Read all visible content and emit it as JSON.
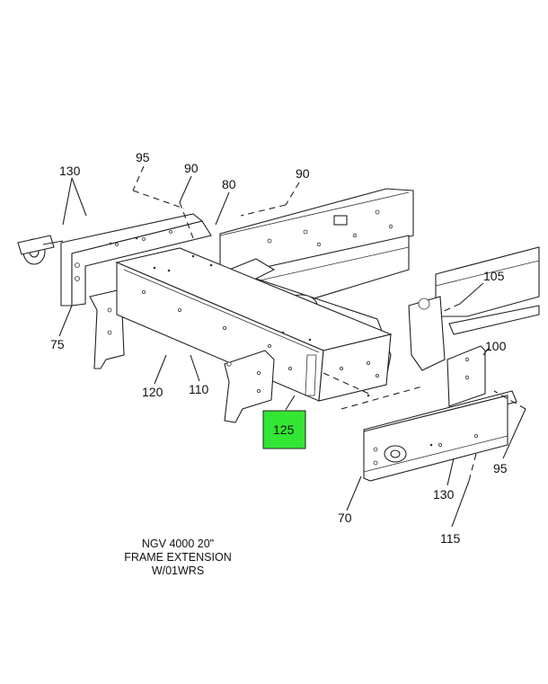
{
  "callouts": {
    "c95_top": "95",
    "c90_left": "90",
    "c80": "80",
    "c90_right": "90",
    "c130_left": "130",
    "c105": "105",
    "c75": "75",
    "c100": "100",
    "c120": "120",
    "c110": "110",
    "c125": "125",
    "c95_right": "95",
    "c130_right": "130",
    "c70": "70",
    "c115": "115"
  },
  "highlight_color": "#33e633",
  "caption": {
    "line1": "NGV 4000 20\"",
    "line2": "FRAME EXTENSION",
    "line3": "W/01WRS"
  }
}
